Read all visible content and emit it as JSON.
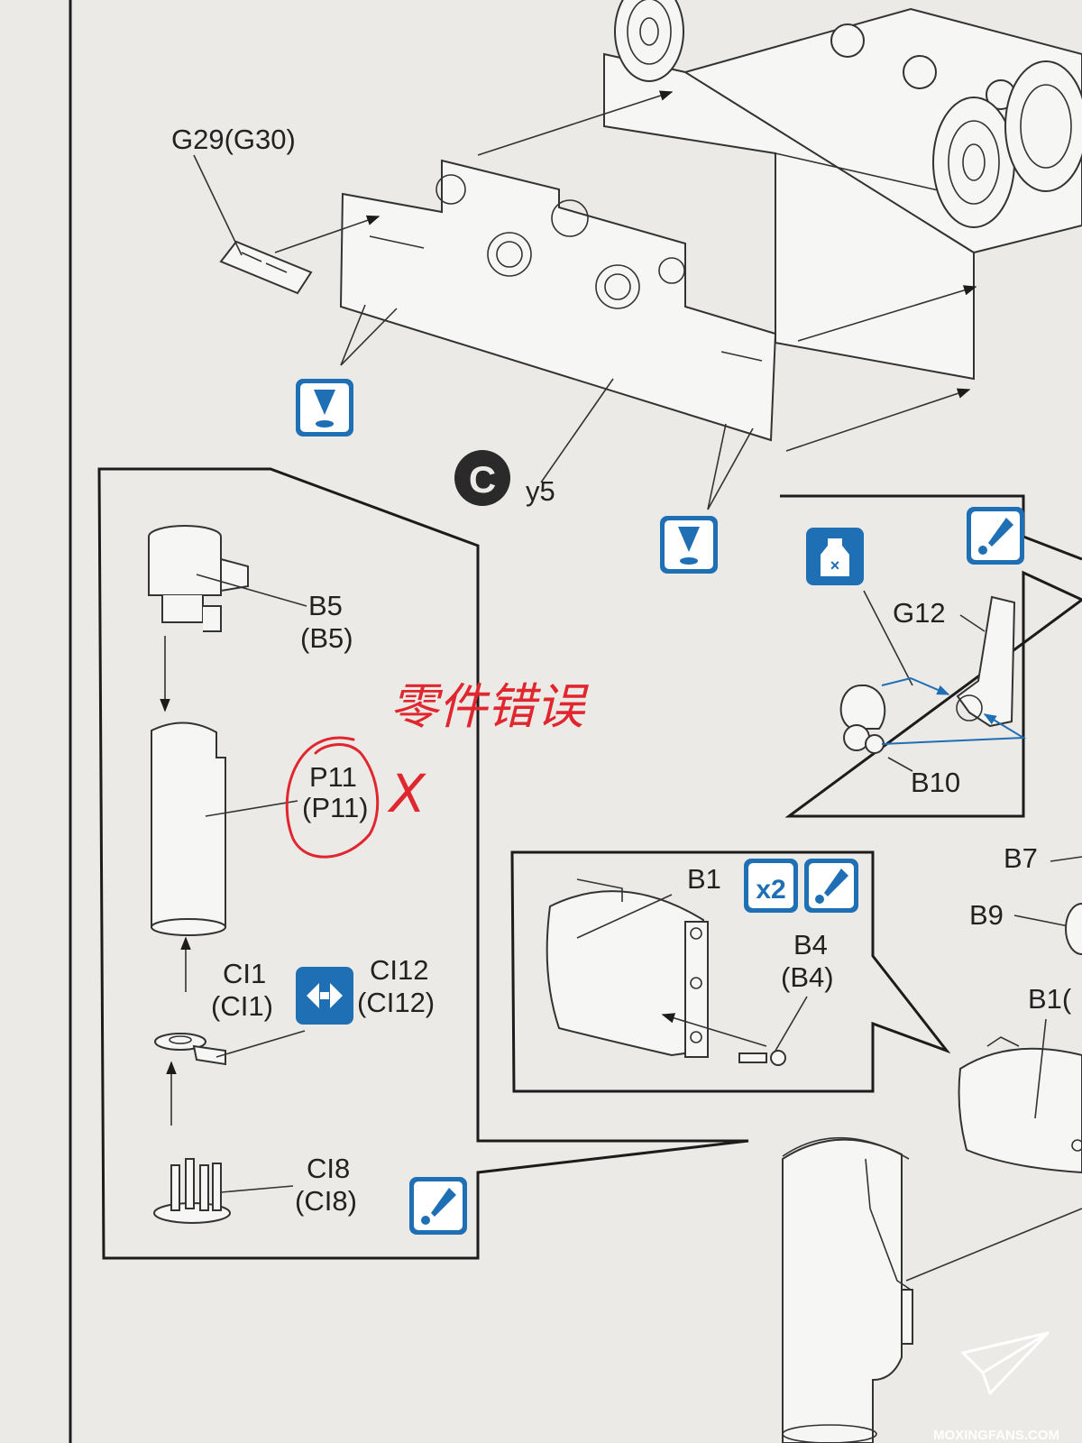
{
  "labels": {
    "g29": "G29(G30)",
    "step_letter": "C",
    "y5": "y5",
    "b5": "B5",
    "b5_alt": "(B5)",
    "p11": "P11",
    "p11_alt": "(P11)",
    "ci1": "CI1",
    "ci1_alt": "(CI1)",
    "ci12": "CI12",
    "ci12_alt": "(CI12)",
    "ci8": "CI8",
    "ci8_alt": "(CI8)",
    "g12": "G12",
    "b10": "B10",
    "b1": "B1",
    "x2": "x2",
    "b4": "B4",
    "b4_alt": "(B4)",
    "b7": "B7",
    "b9": "B9",
    "b1_right": "B1(",
    "watermark": "MOXINGFANS.COM"
  },
  "annotation": {
    "handwritten_note": "零件错误",
    "cross_mark": "X"
  },
  "colors": {
    "paper": "#eceae6",
    "ink": "#222222",
    "icon_blue": "#1f6fb5",
    "annotation_red": "#e0262f"
  },
  "icons": [
    "drill-hole-icon",
    "cement-icon",
    "no-cement-icon",
    "alternative-part-icon",
    "copyright-icon",
    "paper-plane-icon"
  ]
}
